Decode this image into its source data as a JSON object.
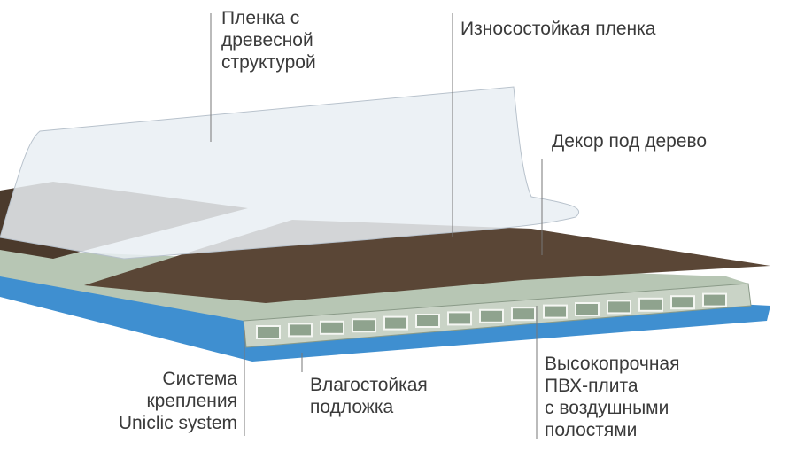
{
  "labels": {
    "wood_texture_film": [
      "Пленка с",
      "древесной",
      "структурой"
    ],
    "wear_layer": [
      "Износостойкая пленка"
    ],
    "wood_decor": [
      "Декор под дерево"
    ],
    "locking_system": [
      "Система",
      "крепления",
      "Uniclic system"
    ],
    "moisture_underlay": [
      "Влагостойкая",
      "подложка"
    ],
    "pvc_board": [
      "Высокопрочная",
      "ПВХ-плита",
      "с воздушными",
      "полостями"
    ]
  },
  "colors": {
    "text": "#3a3a3a",
    "underlay_blue": "#3f8fd0",
    "board_green": "#a9bba8",
    "decor_brown": "#5a4636",
    "film": "#e9eef3"
  }
}
